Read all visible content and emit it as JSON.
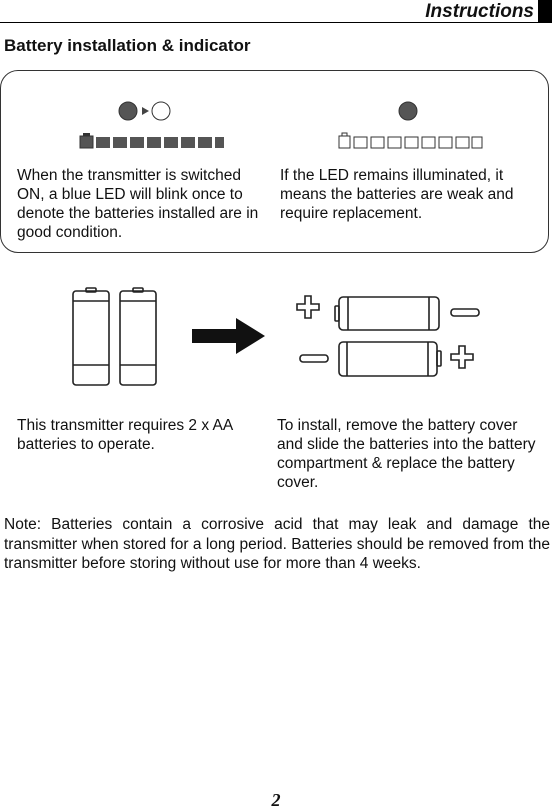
{
  "header": {
    "title": "Instructions"
  },
  "section": {
    "heading": "Battery installation & indicator"
  },
  "indicator": {
    "left_caption": "When the transmitter is switched ON, a blue LED will blink once to denote the batteries installed are in good condition.",
    "right_caption": "If the LED remains illuminated, it means the batteries are weak and require replacement."
  },
  "install": {
    "left_caption": "This transmitter requires 2 x AA batteries to operate.",
    "right_caption": "To install, remove the battery cover and slide the batteries into the battery compartment & replace the battery cover."
  },
  "note": "Note: Batteries contain a corrosive acid that may leak and damage the transmitter when stored for a long period. Batteries should be removed from the transmitter before storing without use for more than 4 weeks.",
  "page_number": "2",
  "colors": {
    "ink": "#111111",
    "led_fill": "#555555",
    "bar_fill": "#555555"
  }
}
